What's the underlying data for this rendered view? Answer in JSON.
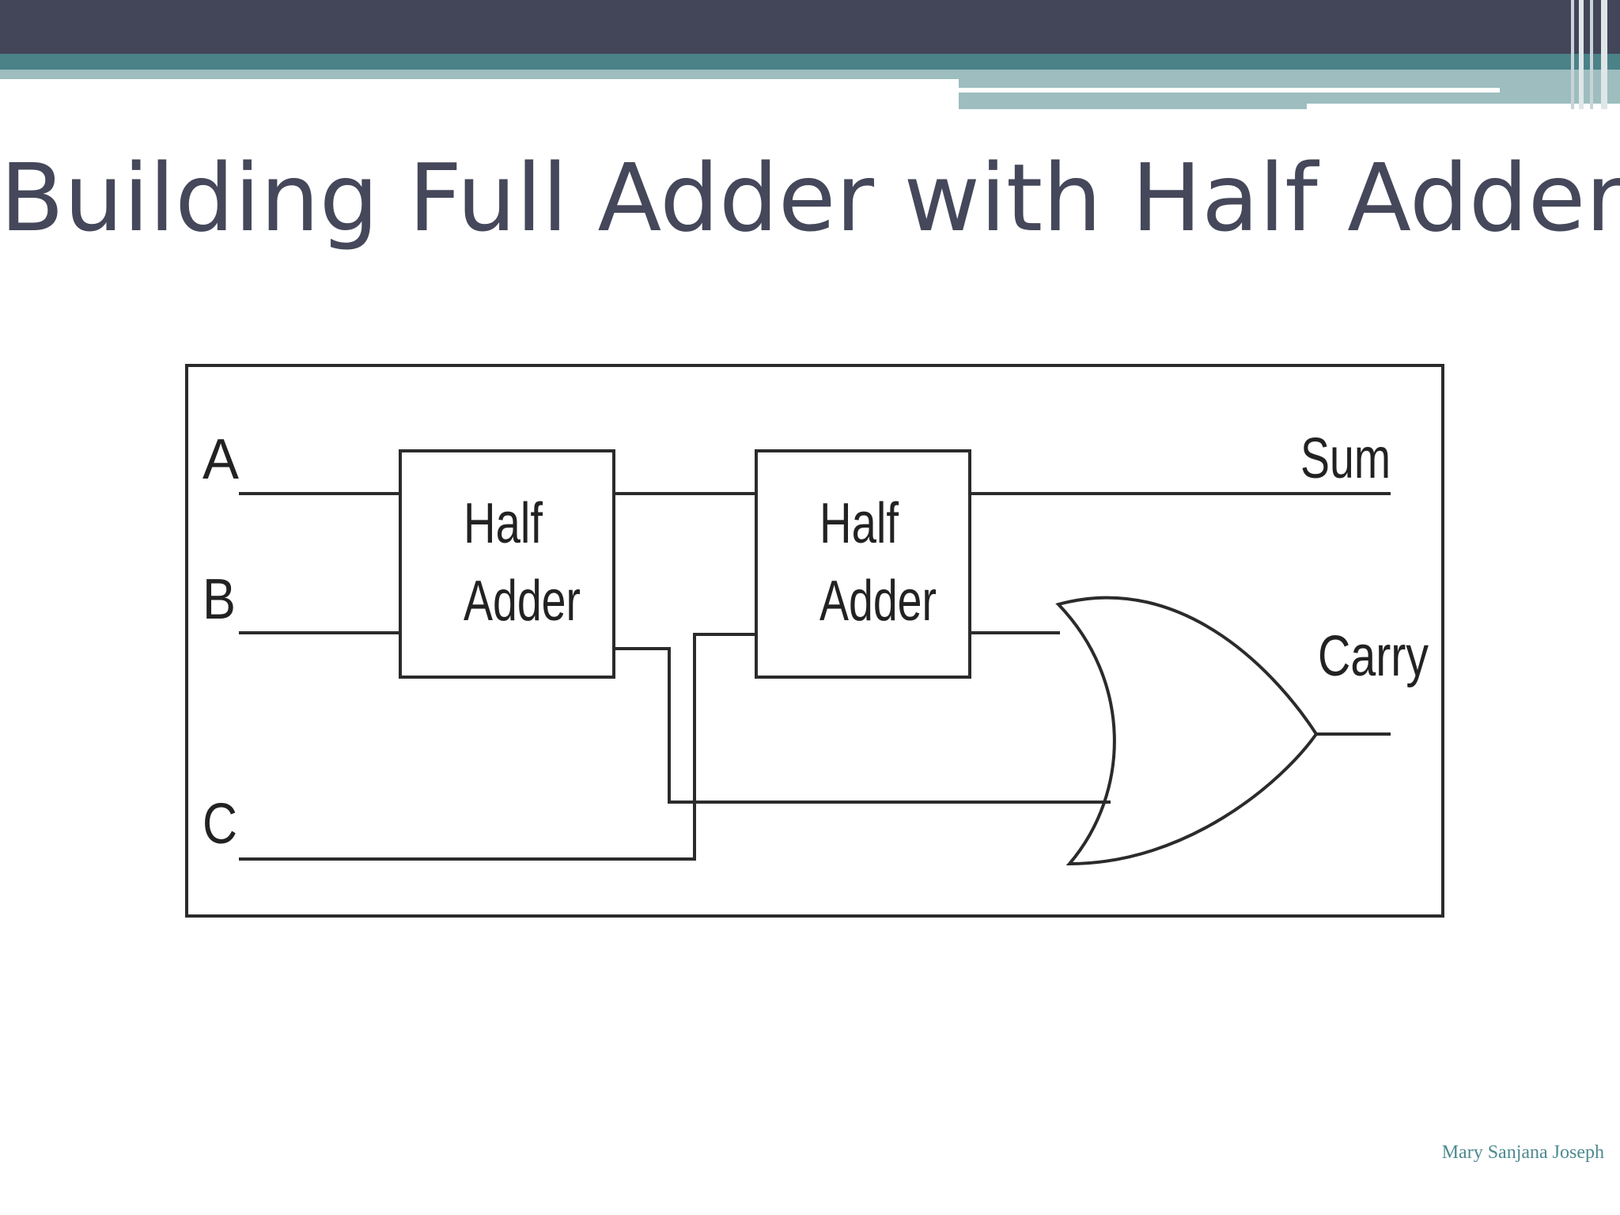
{
  "slide": {
    "title": "Building Full Adder with Half Adder",
    "footer": "Mary Sanjana Joseph",
    "colors": {
      "header_dark": "#434559",
      "header_teal": "#4a8288",
      "header_light_teal": "#9dbdbf",
      "title_text": "#45475a",
      "footer_text": "#4e8a8f",
      "diagram_lines": "#2b2b2b"
    }
  },
  "diagram": {
    "inputs": [
      "A",
      "B",
      "C"
    ],
    "blocks": [
      {
        "line1": "Half",
        "line2": "Adder"
      },
      {
        "line1": "Half",
        "line2": "Adder"
      }
    ],
    "gate": "or-gate",
    "outputs": [
      "Sum",
      "Carry"
    ]
  }
}
